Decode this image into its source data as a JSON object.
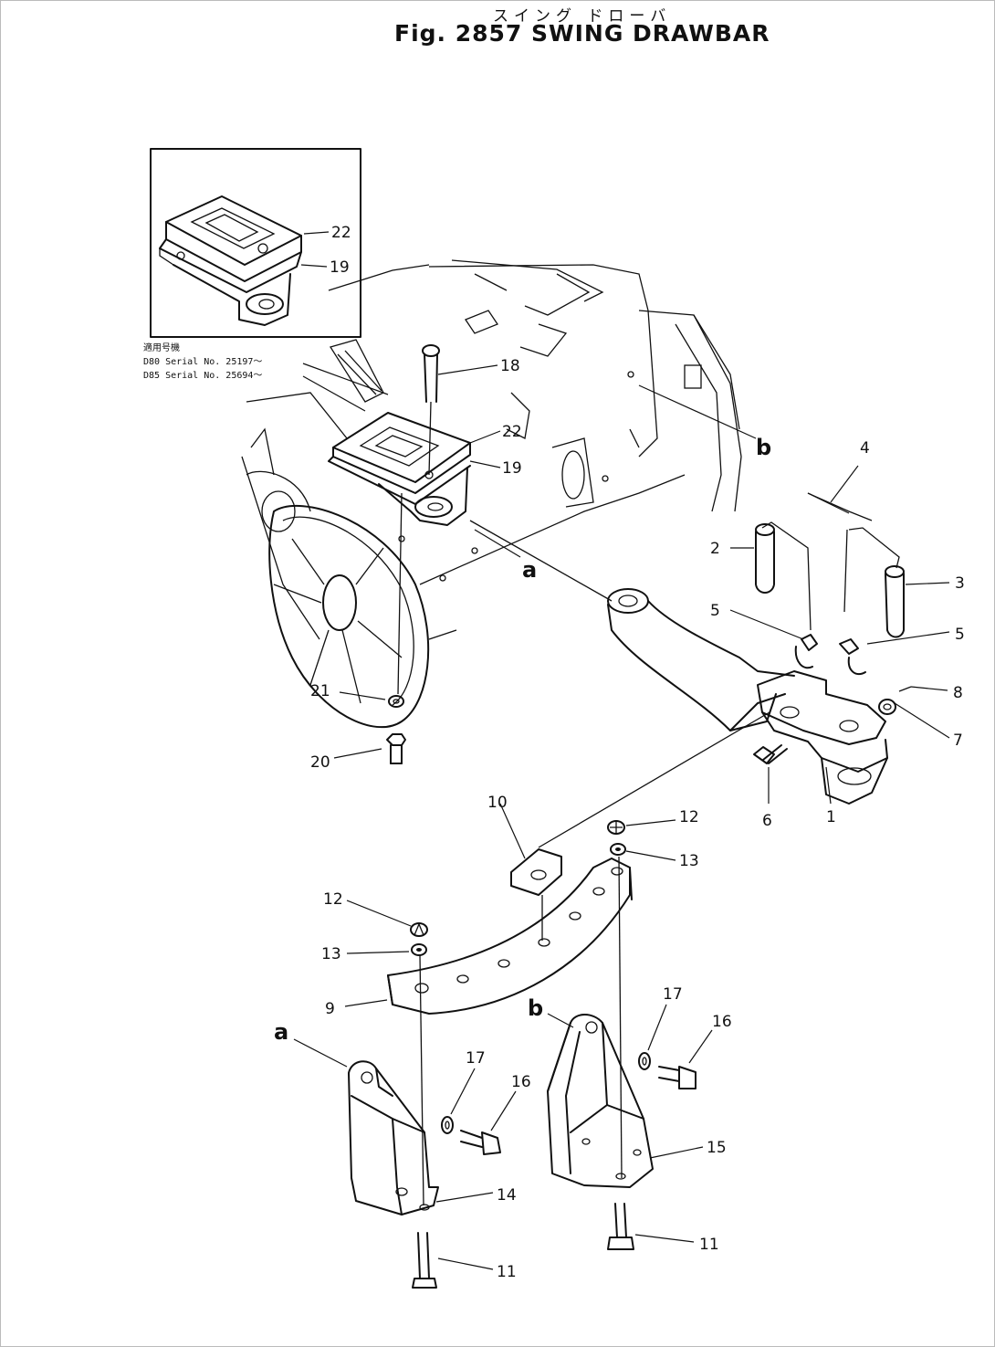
{
  "header": {
    "kana_title": "スイング ドローバ",
    "title": "Fig. 2857 SWING DRAWBAR"
  },
  "inset": {
    "note_heading": "適用号機",
    "note_line1": "D80 Serial No. 25197～",
    "note_line2": "D85 Serial No. 25694～"
  },
  "callouts": [
    {
      "id": "c22-inset",
      "text": "22"
    },
    {
      "id": "c19-inset",
      "text": "19"
    },
    {
      "id": "c18",
      "text": "18"
    },
    {
      "id": "c22",
      "text": "22"
    },
    {
      "id": "c19",
      "text": "19"
    },
    {
      "id": "cb-top",
      "text": "b"
    },
    {
      "id": "c4",
      "text": "4"
    },
    {
      "id": "ca-mid",
      "text": "a"
    },
    {
      "id": "c2",
      "text": "2"
    },
    {
      "id": "c3",
      "text": "3"
    },
    {
      "id": "c5-left",
      "text": "5"
    },
    {
      "id": "c5-right",
      "text": "5"
    },
    {
      "id": "c8",
      "text": "8"
    },
    {
      "id": "c7",
      "text": "7"
    },
    {
      "id": "c21",
      "text": "21"
    },
    {
      "id": "c20",
      "text": "20"
    },
    {
      "id": "c6",
      "text": "6"
    },
    {
      "id": "c1",
      "text": "1"
    },
    {
      "id": "c10",
      "text": "10"
    },
    {
      "id": "c12-right",
      "text": "12"
    },
    {
      "id": "c13-right",
      "text": "13"
    },
    {
      "id": "c12-left",
      "text": "12"
    },
    {
      "id": "c13-left",
      "text": "13"
    },
    {
      "id": "c9",
      "text": "9"
    },
    {
      "id": "cb-low",
      "text": "b"
    },
    {
      "id": "c17-right",
      "text": "17"
    },
    {
      "id": "c16-right",
      "text": "16"
    },
    {
      "id": "ca-low",
      "text": "a"
    },
    {
      "id": "c17-left",
      "text": "17"
    },
    {
      "id": "c16-left",
      "text": "16"
    },
    {
      "id": "c15",
      "text": "15"
    },
    {
      "id": "c14",
      "text": "14"
    },
    {
      "id": "c11-right",
      "text": "11"
    },
    {
      "id": "c11-left",
      "text": "11"
    }
  ]
}
